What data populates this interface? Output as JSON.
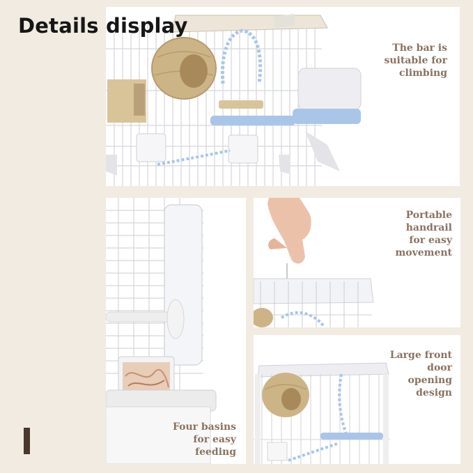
{
  "header": {
    "title": "Details display"
  },
  "panels": {
    "climbing": {
      "caption": [
        "The bar is",
        "suitable for",
        "climbing"
      ]
    },
    "feeding": {
      "caption": [
        "Four basins",
        "for easy",
        "feeding"
      ]
    },
    "handrail": {
      "caption": [
        "Portable",
        "handrail",
        "for easy",
        "movement"
      ]
    },
    "door": {
      "caption": [
        "Large front",
        "door",
        "opening",
        "design"
      ]
    }
  },
  "colors": {
    "background": "#f1ebe1",
    "caption": "#8a7260",
    "title": "#161616",
    "accent": "#4a382c",
    "wire": "#d4d6da",
    "tube": "#a9c6e8",
    "straw": "#cdb487"
  }
}
